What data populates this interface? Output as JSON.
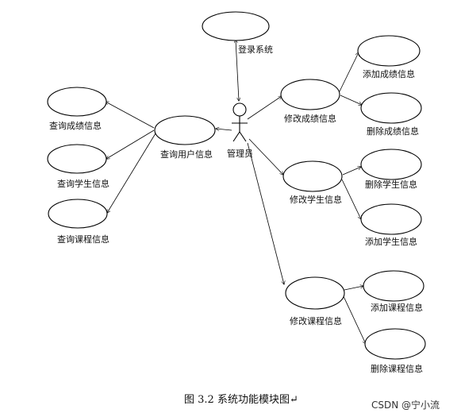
{
  "actor": {
    "label": "管理员"
  },
  "use_cases": {
    "login": "登录系统",
    "query_user": "查询用户信息",
    "query_grade": "查询成绩信息",
    "query_student": "查询学生信息",
    "query_course": "查询课程信息",
    "modify_grade": "修改成绩信息",
    "add_grade": "添加成绩信息",
    "delete_grade": "删除成绩信息",
    "modify_student": "修改学生信息",
    "delete_student": "删除学生信息",
    "add_student": "添加学生信息",
    "modify_course": "修改课程信息",
    "add_course": "添加课程信息",
    "delete_course": "删除课程信息"
  },
  "caption": "图 3.2  系统功能模块图↵",
  "watermark": "CSDN @宁小流"
}
